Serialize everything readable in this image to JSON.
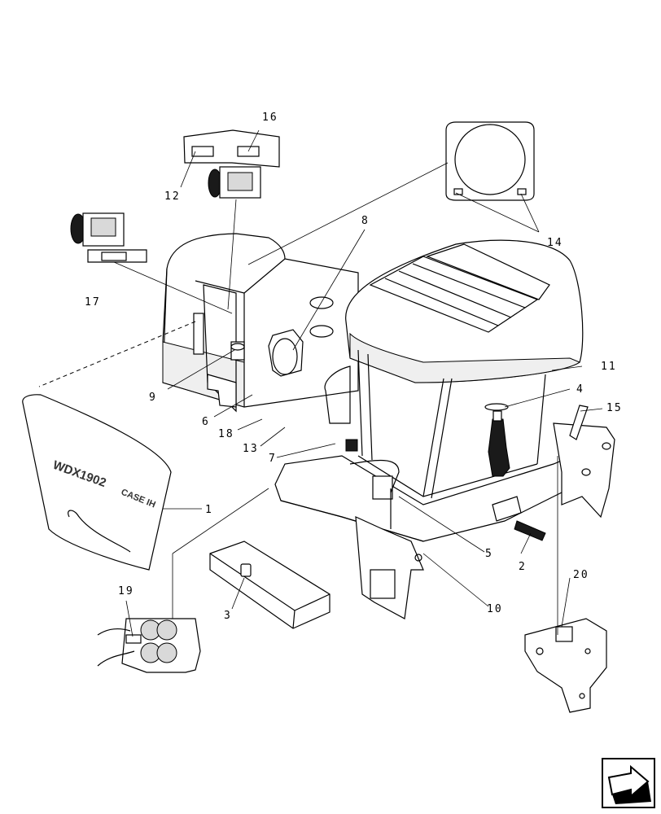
{
  "callouts": {
    "c1": "1",
    "c2": "2",
    "c3": "3",
    "c4": "4",
    "c5": "5",
    "c6": "6",
    "c7": "7",
    "c8": "8",
    "c9": "9",
    "c10": "10",
    "c11": "11",
    "c12": "12",
    "c13": "13",
    "c14": "14",
    "c15": "15",
    "c16": "16",
    "c17": "17",
    "c18": "18",
    "c19": "19",
    "c20": "20"
  },
  "decals": {
    "model": "WDX1902",
    "brand": "CASE IH"
  },
  "nav": {
    "icon": "next-page-arrow-icon"
  }
}
